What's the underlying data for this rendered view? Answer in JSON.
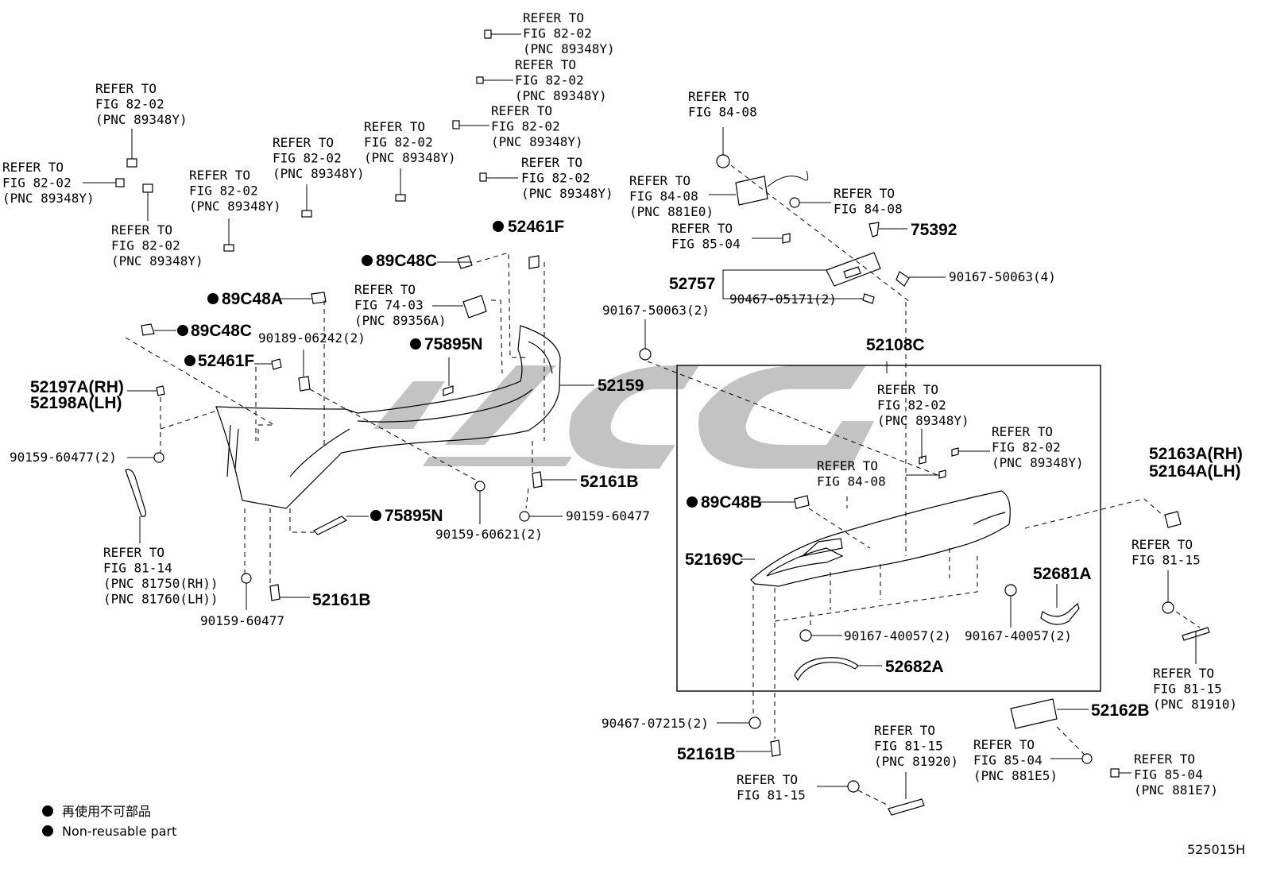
{
  "refs": {
    "r1": [
      "REFER TO",
      "FIG 82-02",
      "(PNC 89348Y)"
    ],
    "r2": [
      "REFER TO",
      "FIG 82-02",
      "(PNC 89348Y)"
    ],
    "r3": [
      "REFER TO",
      "FIG 82-02",
      "(PNC 89348Y)"
    ],
    "r4": [
      "REFER TO",
      "FIG 82-02",
      "(PNC 89348Y)"
    ],
    "r5": [
      "REFER TO",
      "FIG 82-02",
      "(PNC 89348Y)"
    ],
    "r6": [
      "REFER TO",
      "FIG 82-02",
      "(PNC 89348Y)"
    ],
    "r7": [
      "REFER TO",
      "FIG 82-02",
      "(PNC 89348Y)"
    ],
    "r8": [
      "REFER TO",
      "FIG 82-02",
      "(PNC 89348Y)"
    ],
    "r9": [
      "REFER TO",
      "FIG 82-02",
      "(PNC 89348Y)"
    ],
    "r10": [
      "REFER TO",
      "FIG 82-02",
      "(PNC 89348Y)"
    ],
    "r11": [
      "REFER TO",
      "FIG 84-08"
    ],
    "r12": [
      "REFER TO",
      "FIG 84-08",
      "(PNC 881E0)"
    ],
    "r13": [
      "REFER TO",
      "FIG 84-08"
    ],
    "r14": [
      "REFER TO",
      "FIG 85-04"
    ],
    "r15": [
      "REFER TO",
      "FIG 74-03",
      "(PNC 89356A)"
    ],
    "r16": [
      "REFER TO",
      "FIG 82-02",
      "(PNC 89348Y)"
    ],
    "r17": [
      "REFER TO",
      "FIG 82-02",
      "(PNC 89348Y)"
    ],
    "r18": [
      "REFER TO",
      "FIG 84-08"
    ],
    "r19": [
      "REFER TO",
      "FIG 81-15"
    ],
    "r20": [
      "REFER TO",
      "FIG 81-14",
      "(PNC 81750(RH))",
      "(PNC 81760(LH))"
    ],
    "r21": [
      "REFER TO",
      "FIG 81-15",
      "(PNC 81910)"
    ],
    "r22": [
      "REFER TO",
      "FIG 81-15",
      "(PNC 81920)"
    ],
    "r23": [
      "REFER TO",
      "FIG 85-04",
      "(PNC 881E5)"
    ],
    "r24": [
      "REFER TO",
      "FIG 85-04",
      "(PNC 881E7)"
    ],
    "r25": [
      "REFER TO",
      "FIG 81-15"
    ]
  },
  "parts": {
    "p75392": "75392",
    "p90167_50063_4": "90167-50063(4)",
    "p52757": "52757",
    "p90467_05171_2": "90467-05171(2)",
    "p90167_50063_2": "90167-50063(2)",
    "p52461F_top": "52461F",
    "p89C48C_top": "89C48C",
    "p89C48A": "89C48A",
    "p89C48C_left": "89C48C",
    "p90189_06242_2": "90189-06242(2)",
    "p75895N_top": "75895N",
    "p52461F_left": "52461F",
    "p52197A": "52197A(RH)",
    "p52198A": "52198A(LH)",
    "p52159": "52159",
    "p90159_60477_2": "90159-60477(2)",
    "p52161B_mid": "52161B",
    "p90159_60477_mid": "90159-60477",
    "p75895N_bot": "75895N",
    "p90159_60621_2": "90159-60621(2)",
    "p52161B_left": "52161B",
    "p90159_60477_left": "90159-60477",
    "p52108C": "52108C",
    "p89C48B": "89C48B",
    "p52169C": "52169C",
    "p52681A": "52681A",
    "p90167_40057_a": "90167-40057(2)",
    "p90167_40057_b": "90167-40057(2)",
    "p52682A": "52682A",
    "p52163A": "52163A(RH)",
    "p52164A": "52164A(LH)",
    "p52162B": "52162B",
    "p90467_07215_2": "90467-07215(2)",
    "p52161B_bot": "52161B"
  },
  "legend": {
    "reuse_cn": "再使用不可部品",
    "reuse_en": "Non-reusable part"
  },
  "diagram_id": "525015H"
}
